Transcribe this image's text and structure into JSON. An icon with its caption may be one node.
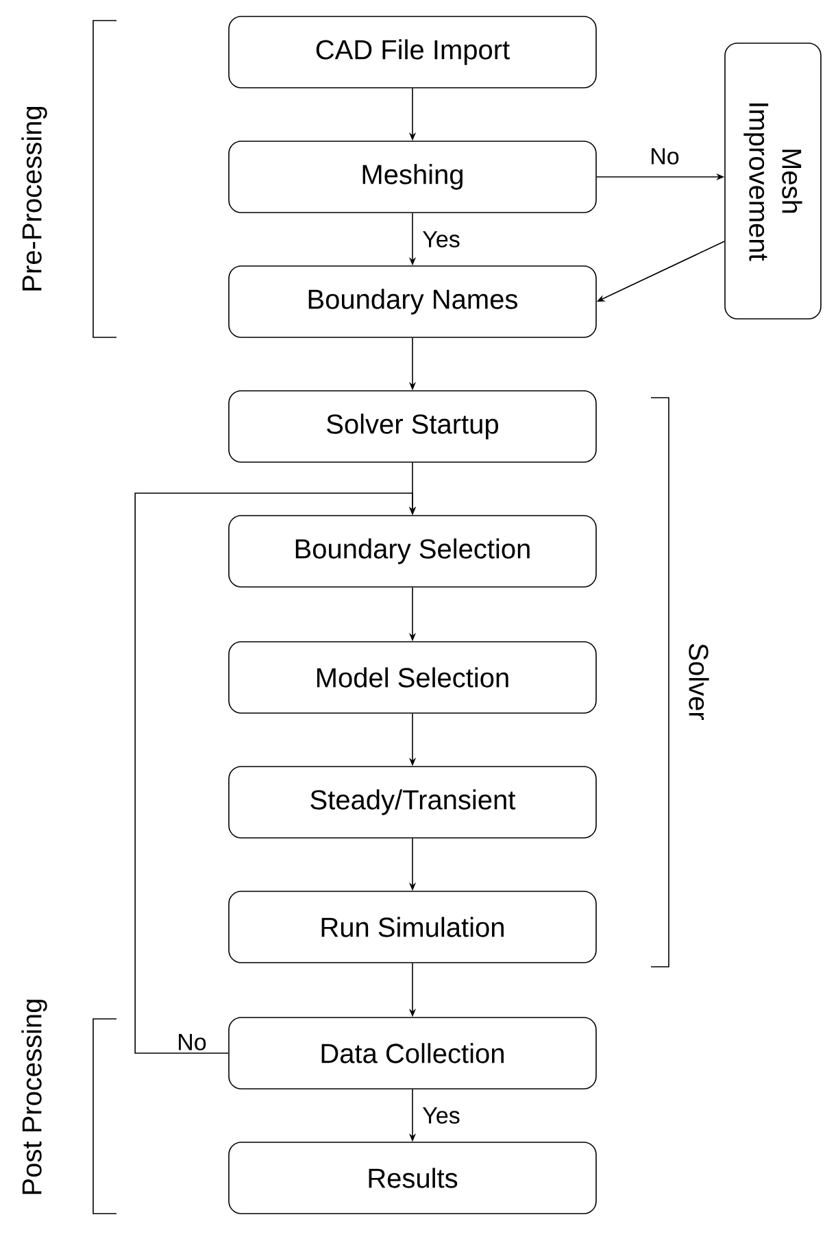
{
  "diagram": {
    "nodes": [
      {
        "text": [
          "CAD File Import"
        ]
      },
      {
        "text": [
          "Meshing"
        ]
      },
      {
        "text": [
          "Boundary Names"
        ]
      },
      {
        "text": [
          "Solver Startup"
        ]
      },
      {
        "text": [
          "Boundary Selection"
        ]
      },
      {
        "text": [
          "Model Selection"
        ]
      },
      {
        "text": [
          "Steady/Transient"
        ]
      },
      {
        "text": [
          "Run Simulation"
        ]
      },
      {
        "text": [
          "Data Collection"
        ]
      },
      {
        "text": [
          "Results"
        ]
      },
      {
        "text": [
          "Mesh Improvement"
        ]
      }
    ],
    "edges": [
      {
        "from": 0,
        "to": 1,
        "arrow": "to"
      },
      {
        "from": 1,
        "to": 10,
        "arrow": "to",
        "label": "No"
      },
      {
        "from": 1,
        "to": 2,
        "arrow": "to",
        "label": "Yes"
      },
      {
        "from": 10,
        "to": 2,
        "arrow": "to"
      },
      {
        "from": 2,
        "to": 3,
        "arrow": "to"
      },
      {
        "from": 3,
        "to": 4,
        "arrow": "to"
      },
      {
        "from": 4,
        "to": 5,
        "arrow": "to"
      },
      {
        "from": 5,
        "to": 6,
        "arrow": "to"
      },
      {
        "from": 6,
        "to": 7,
        "arrow": "to"
      },
      {
        "from": 7,
        "to": 8,
        "arrow": "to"
      },
      {
        "from": 8,
        "to": 9,
        "arrow": "to",
        "label": "Yes"
      },
      {
        "from": 8,
        "to": 4,
        "arrow": "to",
        "label": "No"
      }
    ],
    "labels": [
      "Pre-Processing",
      "Solver",
      "Post Processing"
    ]
  }
}
